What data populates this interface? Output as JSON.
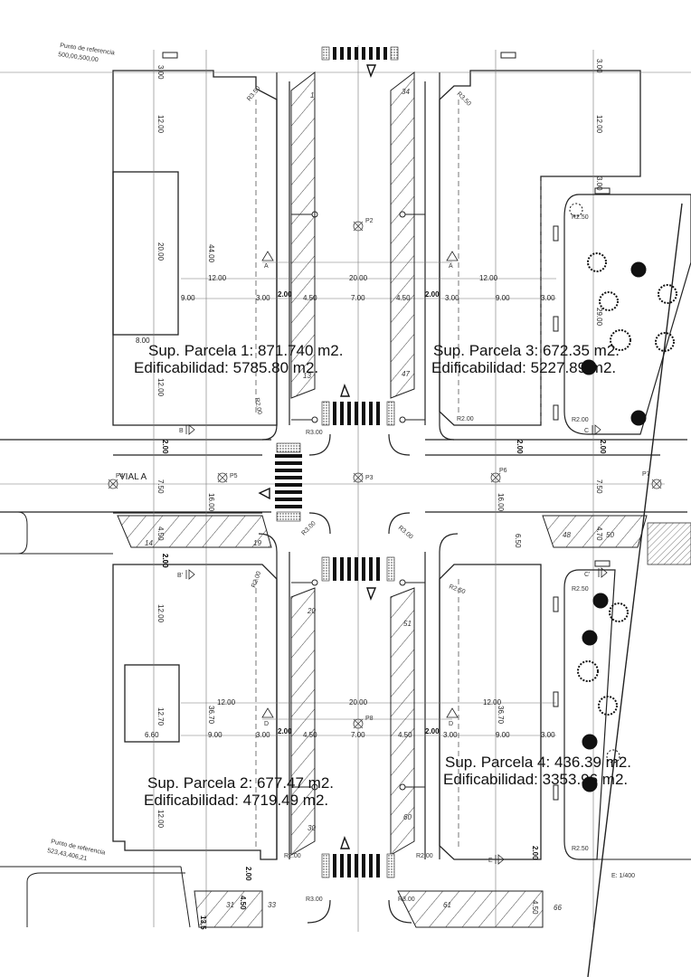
{
  "parcels": [
    {
      "superficie": "Sup. Parcela 1: 871.740 m2.",
      "edificabilidad": "Edificabilidad: 5785.80 m2."
    },
    {
      "superficie": "Sup. Parcela 2: 677.47 m2.",
      "edificabilidad": "Edificabilidad: 4719.49 m2."
    },
    {
      "superficie": "Sup. Parcela 3: 672.35 m2.",
      "edificabilidad": "Edificabilidad: 5227.89 m2."
    },
    {
      "superficie": "Sup. Parcela 4: 436.39 m2.",
      "edificabilidad": "Edificabilidad: 3353.96 m2."
    }
  ],
  "reference_points": [
    {
      "label": "Punto de referencia",
      "coords": "500,00,500,00"
    },
    {
      "label": "Punto de referencia",
      "coords": "523,43,406,21"
    }
  ],
  "vial": "VIAL  A",
  "scale": "E: 1/400",
  "survey_points": [
    "P2",
    "P3",
    "P4",
    "P5",
    "P6",
    "P7",
    "P8"
  ],
  "section_marks": [
    "A",
    "A",
    "B",
    "B'",
    "C",
    "C'",
    "D",
    "D",
    "E"
  ],
  "dimensions": {
    "top_row": [
      "12.00",
      "20.00",
      "12.00"
    ],
    "row_2": [
      "9.00",
      "3.00",
      "4.50",
      "7.00",
      "4.50",
      "3.00",
      "9.00",
      "3.00"
    ],
    "bottom_row": [
      "12.00",
      "20.00",
      "12.00"
    ],
    "row_b2": [
      "6.60",
      "9.00",
      "3.00",
      "4.50",
      "7.00",
      "4.50",
      "3.00",
      "9.00",
      "3.00"
    ],
    "vertical_left": [
      "3.00",
      "12.00",
      "20.00",
      "8.00",
      "12.00",
      "2.00",
      "7.50",
      "4.50",
      "2.00",
      "12.00",
      "12.70",
      "12.00",
      "2.00",
      "4.50"
    ],
    "vertical_mid": [
      "44.00",
      "16.00",
      "36.70"
    ],
    "vertical_right": [
      "3.00",
      "12.00",
      "3.00",
      "29.00",
      "2.00",
      "7.50",
      "6.50",
      "4.70",
      "16.00",
      "36.70",
      "2.00",
      "4.50"
    ],
    "sidewalks": [
      "2.00",
      "2.00",
      "2.00",
      "2.00",
      "2.00",
      "2.00"
    ],
    "misc": [
      "13.5"
    ]
  },
  "radii": [
    "R3.50",
    "R3.50",
    "R2.00",
    "R3.00",
    "R2.00",
    "R2.50",
    "R2.00",
    "R3.00",
    "R3.00",
    "R2.00",
    "R2.50",
    "R2.50",
    "R2.00",
    "R2.00",
    "R3.00",
    "R3.00",
    "R2.50",
    "R2.50"
  ],
  "parking_numbers": [
    "1",
    "13",
    "34",
    "47",
    "14",
    "19",
    "20",
    "30",
    "31",
    "33",
    "48",
    "50",
    "51",
    "60",
    "61",
    "66"
  ],
  "colors": {
    "line": "#222222",
    "light": "#666666",
    "hatch": "#444444",
    "tree": "#000000"
  }
}
